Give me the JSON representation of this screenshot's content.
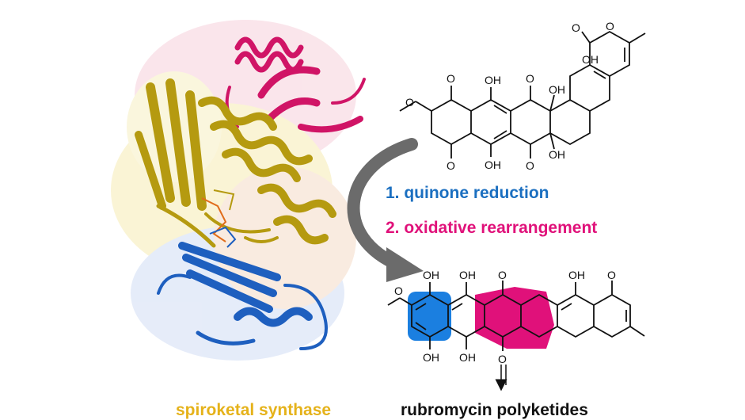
{
  "steps": {
    "step1": "1. quinone reduction",
    "step2": "2. oxidative rearrangement"
  },
  "labels": {
    "enzyme": "spiroketal synthase",
    "product": "rubromycin polyketides"
  },
  "atoms": {
    "oh": "OH",
    "o": "O"
  },
  "colors": {
    "step1": "#1b6fc0",
    "step2": "#e0117a",
    "enzyme": "#e5b21a",
    "product": "#111111",
    "arrow": "#6b6b6b",
    "helix_gold": "#b59a10",
    "helix_pink": "#d01466",
    "helix_blue": "#1e5fbf"
  }
}
